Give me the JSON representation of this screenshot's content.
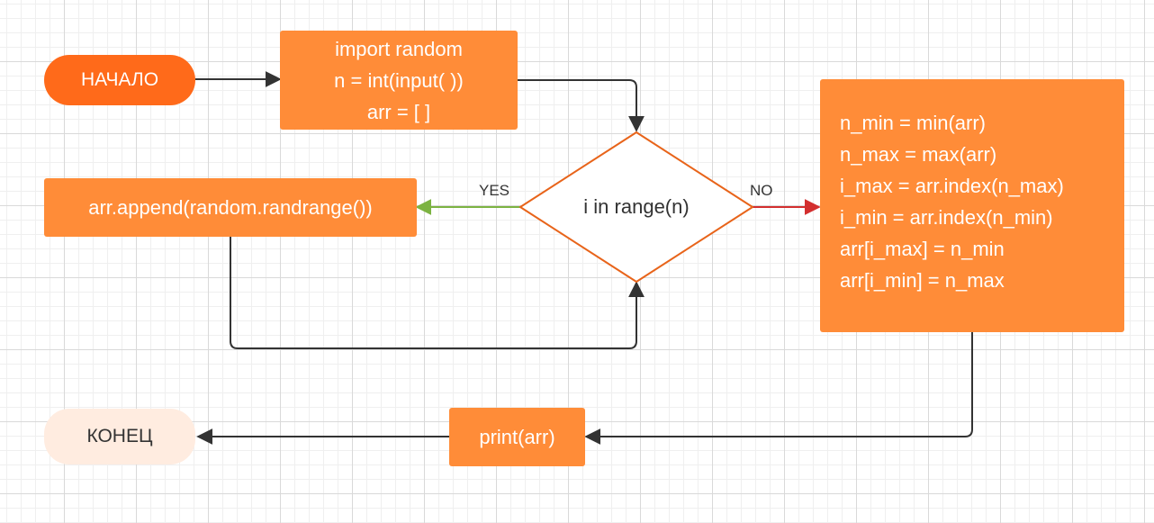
{
  "colors": {
    "node_fill": "#ff8c38",
    "start_fill": "#ff6a1a",
    "end_fill": "#ffece0",
    "connector": "#333333",
    "yes_edge": "#7cb342",
    "no_edge": "#d32f2f"
  },
  "nodes": {
    "start": {
      "label": "НАЧАЛО"
    },
    "init": {
      "lines": [
        "import random",
        "n = int(input( ))",
        "arr = [ ]"
      ]
    },
    "decision": {
      "label": "i in range(n)"
    },
    "append": {
      "label": "arr.append(random.randrange())"
    },
    "process": {
      "lines": [
        "n_min = min(arr)",
        "n_max = max(arr)",
        "i_max = arr.index(n_max)",
        "i_min = arr.index(n_min)",
        "arr[i_max] = n_min",
        "arr[i_min] = n_max"
      ]
    },
    "print": {
      "label": "print(arr)"
    },
    "end": {
      "label": "КОНЕЦ"
    }
  },
  "edges": {
    "yes_label": "YES",
    "no_label": "NO"
  }
}
